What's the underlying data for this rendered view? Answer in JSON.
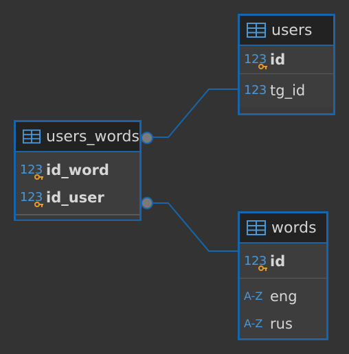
{
  "tables": {
    "users": {
      "name": "users",
      "columns": [
        {
          "name": "id",
          "type_icon": "123",
          "key": true
        },
        {
          "name": "tg_id",
          "type_icon": "123",
          "key": false
        }
      ]
    },
    "users_words": {
      "name": "users_words",
      "columns": [
        {
          "name": "id_word",
          "type_icon": "123",
          "key": true
        },
        {
          "name": "id_user",
          "type_icon": "123",
          "key": true
        }
      ]
    },
    "words": {
      "name": "words",
      "columns": [
        {
          "name": "id",
          "type_icon": "123",
          "key": true
        },
        {
          "name": "eng",
          "type_icon": "A-Z",
          "key": false
        },
        {
          "name": "rus",
          "type_icon": "A-Z",
          "key": false
        }
      ]
    }
  },
  "relations": [
    {
      "from": "users_words.id_word",
      "to": "users.id"
    },
    {
      "from": "users_words.id_user",
      "to": "words.id"
    }
  ],
  "icons": {
    "table": "table-grid-icon",
    "numeric": "numeric-type-icon",
    "text": "text-type-icon",
    "key": "key-icon"
  },
  "colors": {
    "accent": "#1766ad",
    "numeric_icon": "#4a98d8",
    "key": "#e89a2c",
    "background": "#333333"
  }
}
